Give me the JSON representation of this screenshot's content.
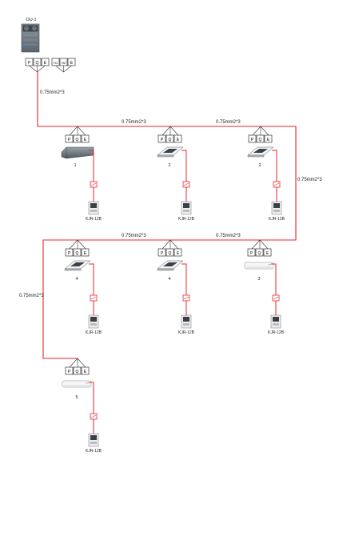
{
  "outdoor_unit": {
    "label": "OU-1",
    "terminals": [
      "P",
      "Q",
      "E",
      "H1",
      "H2",
      "E"
    ]
  },
  "indoor_terminals": [
    "P",
    "Q",
    "E"
  ],
  "cable_label": "0.75mm2*3",
  "colors": {
    "wire": "#e8252e",
    "line": "#333333",
    "box_fill": "#ffffff"
  },
  "units": [
    {
      "type": "duct",
      "label": "1",
      "controller": "KJR-12B"
    },
    {
      "type": "cassette",
      "label": "2",
      "controller": "KJR-12B"
    },
    {
      "type": "cassette",
      "label": "2",
      "controller": "KJR-12B"
    },
    {
      "type": "cassette",
      "label": "4",
      "controller": "KJR-12B"
    },
    {
      "type": "cassette",
      "label": "4",
      "controller": "KJR-12B"
    },
    {
      "type": "wall",
      "label": "3",
      "controller": "KJR-12B"
    },
    {
      "type": "wall",
      "label": "5",
      "controller": "KJR-12B"
    }
  ]
}
